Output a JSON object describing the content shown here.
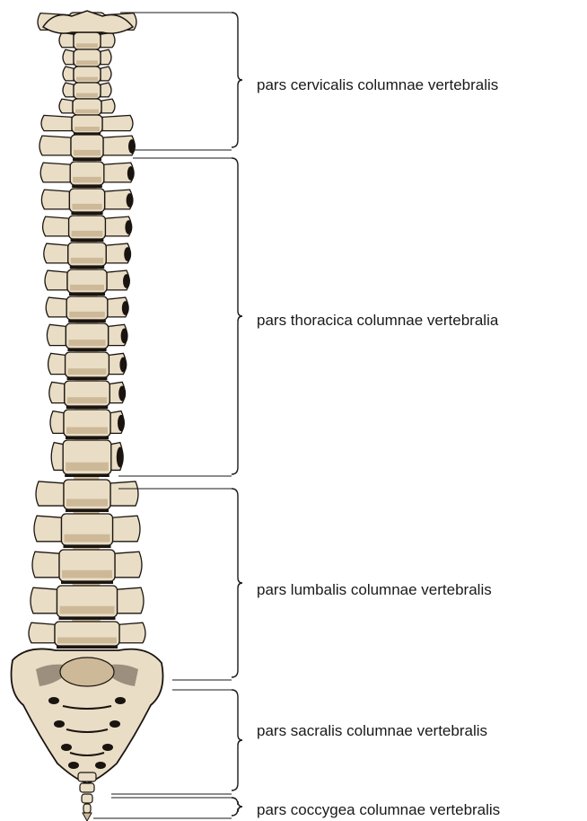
{
  "diagram": {
    "subject": "vertebral column",
    "regions": [
      {
        "id": "cervical",
        "label": "pars cervicalis columnae vertebralis"
      },
      {
        "id": "thoracic",
        "label": "pars thoracica columnae vertebralia"
      },
      {
        "id": "lumbar",
        "label": "pars lumbalis columnae vertebralis"
      },
      {
        "id": "sacral",
        "label": "pars sacralis columnae vertebralis"
      },
      {
        "id": "coccyx",
        "label": "pars coccygea columnae vertebralis"
      }
    ],
    "colors": {
      "bone_light": "#e9ddc5",
      "bone_mid": "#cdb998",
      "bone_shadow": "#9c8f7d",
      "outline": "#1a1410",
      "bracket": "#1a1a1a"
    }
  }
}
